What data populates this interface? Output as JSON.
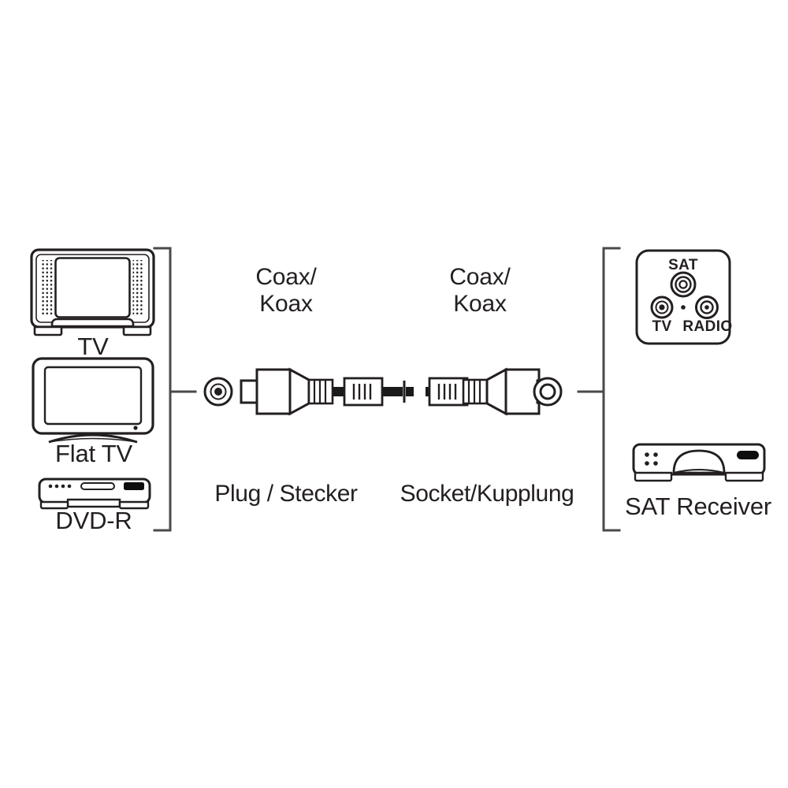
{
  "diagram": {
    "title": "Coaxial antenna cable connection diagram",
    "stroke_color": "#231f20",
    "background_color": "#ffffff",
    "cable_color": "#1a1a1a"
  },
  "left_group": {
    "bracket": "source-devices-bracket",
    "devices": [
      {
        "id": "tv",
        "label": "TV",
        "icon": "crt-tv-icon"
      },
      {
        "id": "flat-tv",
        "label": "Flat TV",
        "icon": "flat-tv-icon"
      },
      {
        "id": "dvd-r",
        "label": "DVD-R",
        "icon": "dvd-recorder-icon"
      }
    ]
  },
  "right_group": {
    "bracket": "destination-devices-bracket",
    "wall_plate": {
      "name": "sat-wall-outlet",
      "labels": {
        "sat": "SAT",
        "tv": "TV",
        "radio": "RADIO"
      }
    },
    "devices": [
      {
        "id": "sat-receiver",
        "label": "SAT Receiver",
        "icon": "sat-receiver-icon"
      }
    ]
  },
  "cable": {
    "connector_labels": {
      "left_top": "Coax/\nKoax",
      "right_top": "Coax/\nKoax",
      "left_bottom": "Plug / Stecker",
      "right_bottom": "Socket/Kupplung"
    },
    "left_end": {
      "name": "coax-plug-male",
      "jack_icon": "coax-male-pin-icon"
    },
    "right_end": {
      "name": "coax-socket-female",
      "jack_icon": "coax-female-ring-icon"
    },
    "segments": 2,
    "ferrite_blocks": 2,
    "ferrite_ticks": 4
  }
}
